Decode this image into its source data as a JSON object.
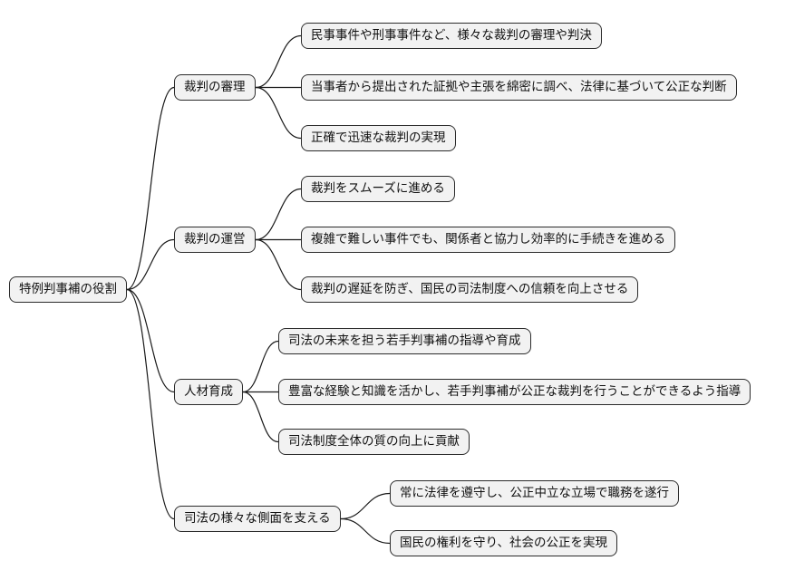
{
  "root": {
    "label": "特例判事補の役割"
  },
  "branches": [
    {
      "label": "裁判の審理",
      "children": [
        "民事事件や刑事事件など、様々な裁判の審理や判決",
        "当事者から提出された証拠や主張を綿密に調べ、法律に基づいて公正な判断",
        "正確で迅速な裁判の実現"
      ]
    },
    {
      "label": "裁判の運営",
      "children": [
        "裁判をスムーズに進める",
        "複雑で難しい事件でも、関係者と協力し効率的に手続きを進める",
        "裁判の遅延を防ぎ、国民の司法制度への信頼を向上させる"
      ]
    },
    {
      "label": "人材育成",
      "children": [
        "司法の未来を担う若手判事補の指導や育成",
        "豊富な経験と知識を活かし、若手判事補が公正な裁判を行うことができるよう指導",
        "司法制度全体の質の向上に貢献"
      ]
    },
    {
      "label": "司法の様々な側面を支える",
      "children": [
        "常に法律を遵守し、公正中立な立場で職務を遂行",
        "国民の権利を守り、社会の公正を実現"
      ]
    }
  ]
}
